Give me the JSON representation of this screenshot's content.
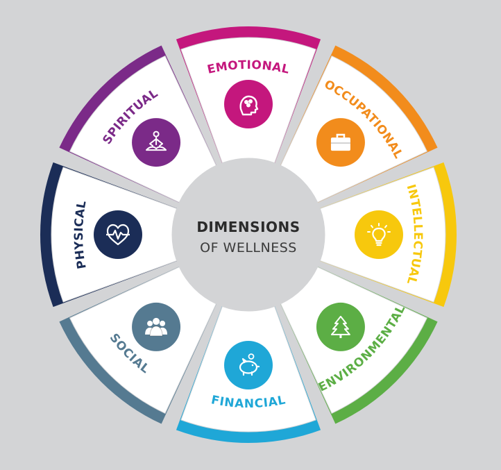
{
  "diagram": {
    "center": {
      "line1": "DIMENSIONS",
      "line2": "OF WELLNESS",
      "line1_color": "#2b2b2b",
      "line2_color": "#3a3a3a"
    },
    "background_color": "#d3d4d6",
    "segment_fill": "#ffffff",
    "segments": [
      {
        "label": "EMOTIONAL",
        "color": "#c4177d",
        "icon": "head-brain-icon"
      },
      {
        "label": "OCCUPATIONAL",
        "color": "#f28c1c",
        "icon": "briefcase-icon"
      },
      {
        "label": "INTELLECTUAL",
        "color": "#f7c80d",
        "icon": "lightbulb-icon"
      },
      {
        "label": "ENVIRONMENTAL",
        "color": "#5cae45",
        "icon": "pine-tree-icon"
      },
      {
        "label": "FINANCIAL",
        "color": "#1fa7d7",
        "icon": "piggy-bank-icon"
      },
      {
        "label": "SOCIAL",
        "color": "#557a91",
        "icon": "people-group-icon"
      },
      {
        "label": "PHYSICAL",
        "color": "#1b2d57",
        "icon": "heart-pulse-icon"
      },
      {
        "label": "SPIRITUAL",
        "color": "#7b2a88",
        "icon": "meditation-icon"
      }
    ]
  }
}
